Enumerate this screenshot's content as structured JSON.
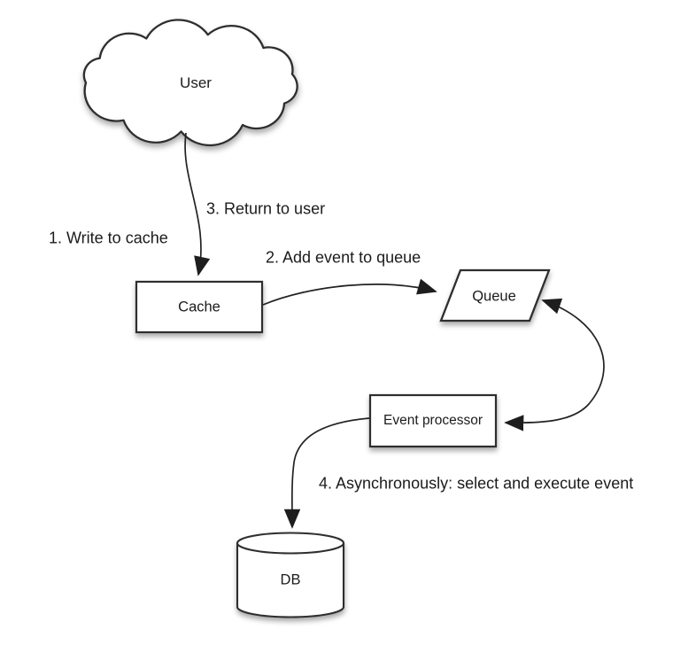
{
  "canvas": {
    "background": "#ffffff",
    "shape_fill": "#ffffff",
    "stroke_color": "#2d2d2d",
    "text_color": "#1b1b1b"
  },
  "nodes": {
    "user": {
      "label": "User",
      "shape": "cloud"
    },
    "cache": {
      "label": "Cache",
      "shape": "rectangle"
    },
    "queue": {
      "label": "Queue",
      "shape": "parallelogram"
    },
    "event_processor": {
      "label": "Event processor",
      "shape": "rectangle"
    },
    "db": {
      "label": "DB",
      "shape": "cylinder"
    }
  },
  "edge_labels": {
    "step1": "1. Write to cache",
    "step2": "2. Add event to queue",
    "step3": "3. Return to user",
    "step4": "4. Asynchronously: select and execute event"
  },
  "edges": [
    {
      "from": "user",
      "to": "cache",
      "direction": "one-way",
      "labels": [
        "step1",
        "step3"
      ]
    },
    {
      "from": "cache",
      "to": "queue",
      "direction": "one-way",
      "labels": [
        "step2"
      ]
    },
    {
      "from": "queue",
      "to": "event_processor",
      "direction": "two-way",
      "labels": []
    },
    {
      "from": "event_processor",
      "to": "db",
      "direction": "one-way",
      "labels": [
        "step4"
      ]
    }
  ]
}
